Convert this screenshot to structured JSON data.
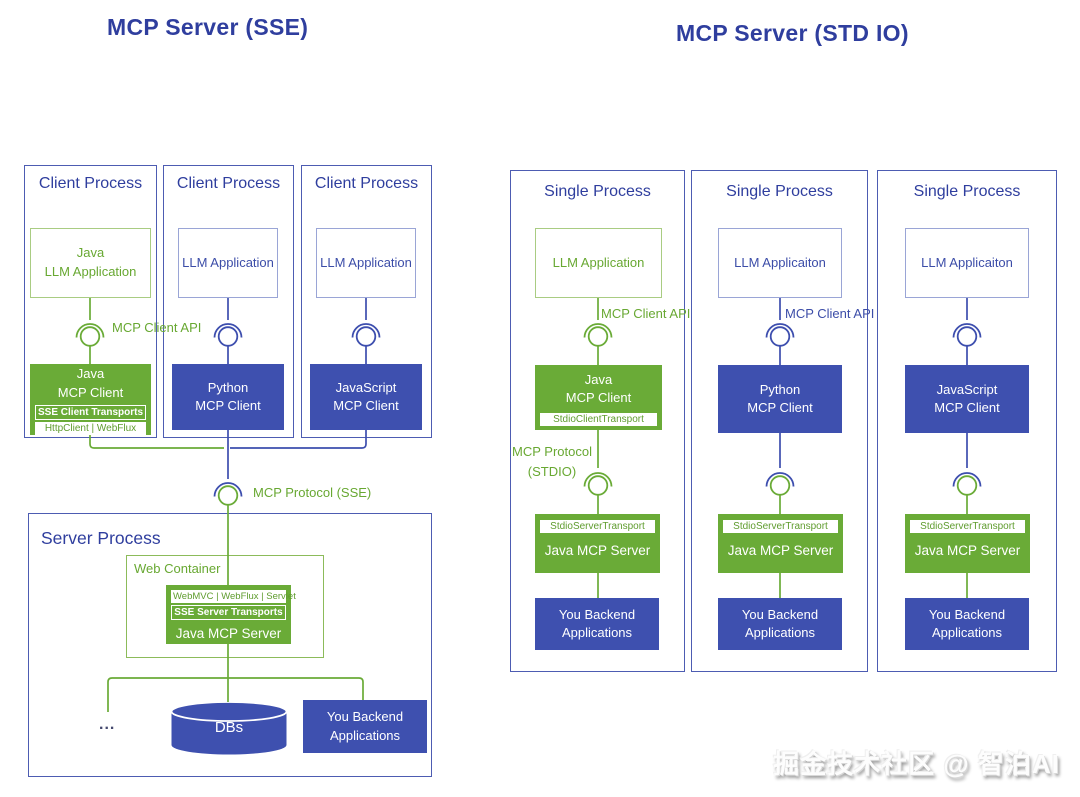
{
  "sse": {
    "title": "MCP Server (SSE)",
    "client_api_label": "MCP Client API",
    "protocol_label": "MCP Protocol (SSE)",
    "clients": [
      {
        "title": "Client Process",
        "app_lines": [
          "Java",
          "LLM Application"
        ],
        "client_lines": [
          "Java",
          "MCP Client"
        ],
        "transport_strip": "SSE Client Transports",
        "impl_strip": "HttpClient | WebFlux"
      },
      {
        "title": "Client Process",
        "app_lines": [
          "LLM Application"
        ],
        "client_lines": [
          "Python",
          "MCP Client"
        ]
      },
      {
        "title": "Client Process",
        "app_lines": [
          "LLM Application"
        ],
        "client_lines": [
          "JavaScript",
          "MCP Client"
        ]
      }
    ],
    "server": {
      "title": "Server Process",
      "container_label": "Web Container",
      "impl_strip": "WebMVC | WebFlux | Servlet",
      "transport_strip": "SSE Server Transports",
      "name": "Java MCP Server",
      "ellipsis": "...",
      "db_label": "DBs",
      "backend_lines": [
        "You Backend",
        "Applications"
      ]
    }
  },
  "stdio": {
    "title": "MCP Server (STD IO)",
    "columns": [
      {
        "title": "Single Process",
        "app": "LLM Application",
        "api_label": "MCP Client API",
        "client_lines": [
          "Java",
          "MCP Client"
        ],
        "client_strip": "StdioClientTransport",
        "protocol_lines": [
          "MCP Protocol",
          "(STDIO)"
        ],
        "server_strip": "StdioServerTransport",
        "server_name": "Java MCP Server",
        "backend_lines": [
          "You Backend",
          "Applications"
        ]
      },
      {
        "title": "Single Process",
        "app": "LLM Applicaiton",
        "api_label": "MCP Client API",
        "client_lines": [
          "Python",
          "MCP Client"
        ],
        "server_strip": "StdioServerTransport",
        "server_name": "Java MCP Server",
        "backend_lines": [
          "You Backend",
          "Applications"
        ]
      },
      {
        "title": "Single Process",
        "app": "LLM Applicaiton",
        "client_lines": [
          "JavaScript",
          "MCP Client"
        ],
        "server_strip": "StdioServerTransport",
        "server_name": "Java MCP Server",
        "backend_lines": [
          "You Backend",
          "Applications"
        ]
      }
    ]
  },
  "watermark": "掘金技术社区 @ 智泊AI",
  "colors": {
    "blue": "#3e50af",
    "green": "#6aab37",
    "blue_text": "#2f3e9e"
  }
}
